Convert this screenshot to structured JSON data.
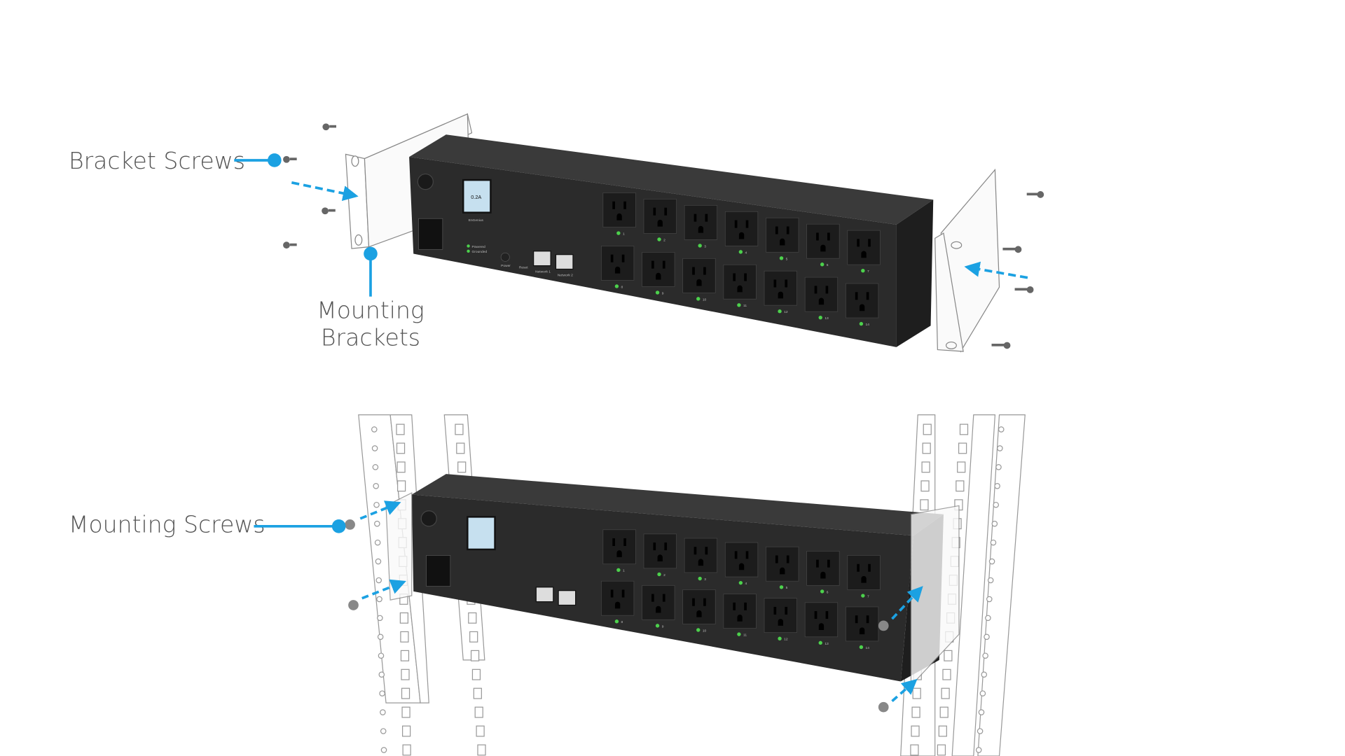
{
  "callouts": {
    "bracket_screws": "Bracket Screws",
    "mounting_brackets_line1": "Mounting",
    "mounting_brackets_line2": "Brackets",
    "mounting_screws": "Mounting Screws"
  },
  "device": {
    "brand": "EnGenius",
    "display_value": "0.2A",
    "led_powered": "Powered",
    "led_grounded": "Grounded",
    "power_label": "Power",
    "reset_label": "Reset",
    "network1": "Network 1",
    "network2": "Network 2",
    "outlet_numbers": [
      "1",
      "2",
      "3",
      "4",
      "5",
      "6",
      "7",
      "8",
      "9",
      "10",
      "11",
      "12",
      "13",
      "14"
    ]
  },
  "colors": {
    "accent": "#1ba1e2",
    "chassis": "#2b2b2b",
    "outlet": "#1c1c1c",
    "led": "#4cd14c"
  }
}
